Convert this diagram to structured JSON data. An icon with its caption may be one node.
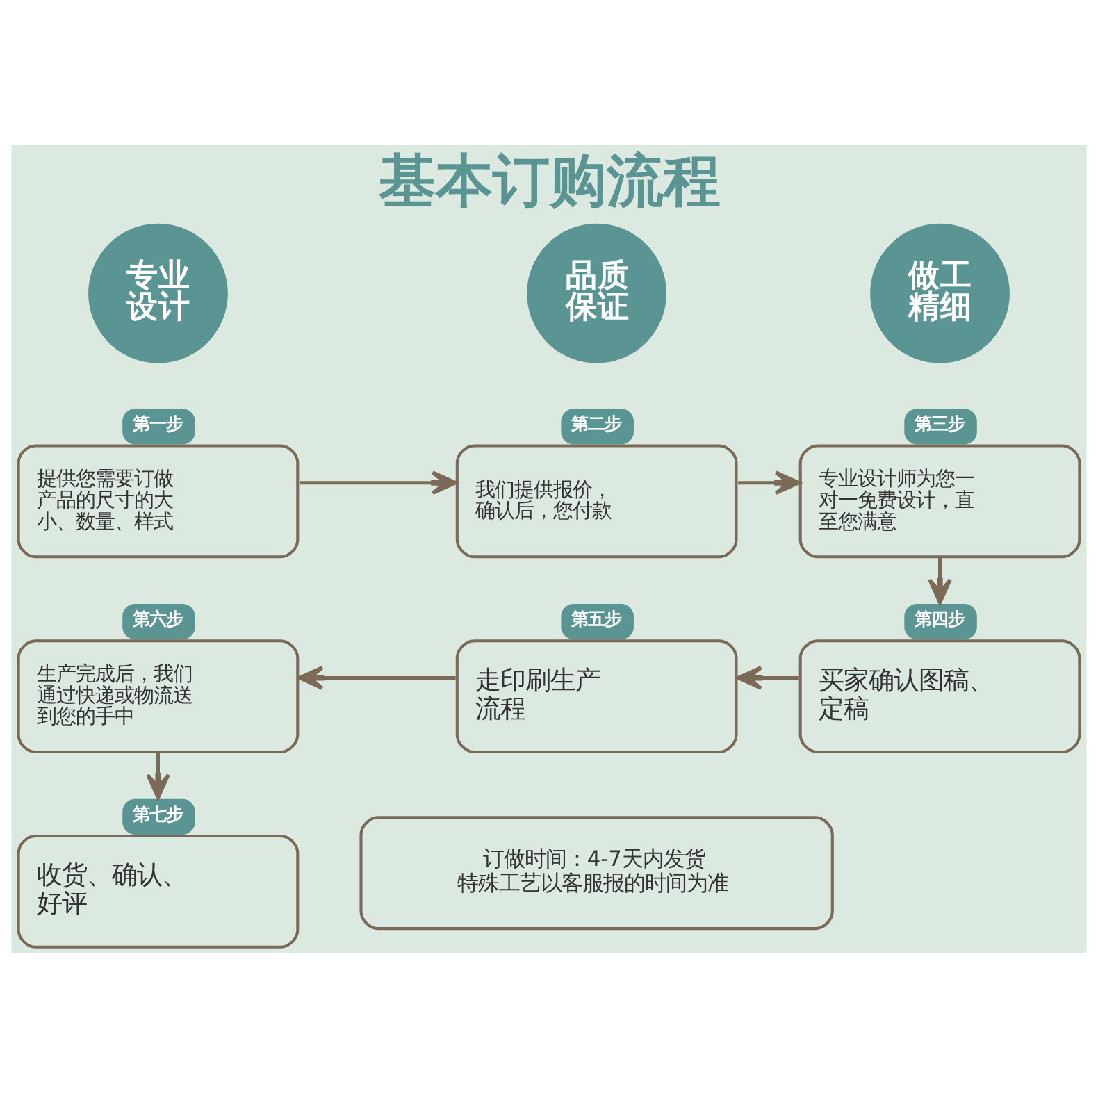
{
  "diagram": {
    "title": "基本订购流程",
    "nodes": [
      {
        "text": [
          "专业设计"
        ]
      },
      {
        "text": [
          "品质保证"
        ]
      },
      {
        "text": [
          "做工精细"
        ]
      },
      {
        "text": [
          "第一步",
          "提供您需要订做产品的尺寸的大小、数量、样式"
        ]
      },
      {
        "text": [
          "第二步",
          "我们提供报价，确认后，您付款"
        ]
      },
      {
        "text": [
          "第三步",
          "专业设计师为您一对一免费设计，直至您满意"
        ]
      },
      {
        "text": [
          "第四步",
          "买家确认图稿、定稿"
        ]
      },
      {
        "text": [
          "第五步",
          "走印刷生产流程"
        ]
      },
      {
        "text": [
          "第六步",
          "生产完成后，我们通过快递或物流送到您的手中"
        ]
      },
      {
        "text": [
          "第七步",
          "收货、确认、好评"
        ]
      },
      {
        "text": [
          "订做时间：4-7天内发货",
          "特殊工艺以客服报的时间为准"
        ]
      }
    ],
    "edges": [
      {
        "from": 3,
        "to": 4,
        "arrow": "to"
      },
      {
        "from": 4,
        "to": 5,
        "arrow": "to"
      },
      {
        "from": 5,
        "to": 6,
        "arrow": "to"
      },
      {
        "from": 6,
        "to": 7,
        "arrow": "to"
      },
      {
        "from": 7,
        "to": 8,
        "arrow": "to"
      },
      {
        "from": 8,
        "to": 9,
        "arrow": "to"
      }
    ]
  }
}
